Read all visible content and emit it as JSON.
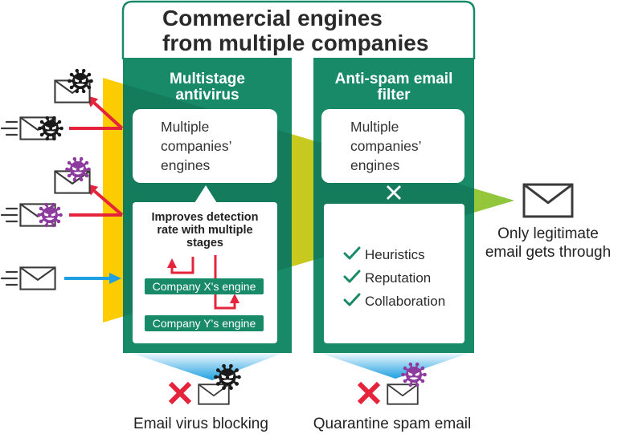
{
  "header": {
    "title_line1": "Commercial engines",
    "title_line2": "from multiple companies"
  },
  "antivirus_panel": {
    "title_line1": "Multistage",
    "title_line2": "antivirus",
    "engines_box": [
      "Multiple",
      "companies’",
      "engines"
    ],
    "callout": [
      "Improves detection",
      "rate with multiple",
      "stages"
    ],
    "stages": [
      "Company X's engine",
      "Company Y's engine"
    ],
    "caption": "Email virus blocking"
  },
  "antispam_panel": {
    "title_line1": "Anti-spam email",
    "title_line2": "filter",
    "engines_box": [
      "Multiple",
      "companies’",
      "engines"
    ],
    "techniques": [
      "Heuristics",
      "Reputation",
      "Collaboration"
    ],
    "caption": "Quarantine spam email"
  },
  "output": {
    "line1": "Only legitimate",
    "line2": "email gets through"
  },
  "icons": {
    "email": "envelope-icon",
    "malware": "virus-icon",
    "technique_marker": "check-icon",
    "blocked": "cross-icon"
  },
  "colors": {
    "panel_green": "#188a68",
    "funnel_start": "#ffcc00",
    "funnel_end": "#8cc63f",
    "reject_red": "#e5243b",
    "pass_blue": "#1ea0e1",
    "virus_black": "#1a1a1a",
    "spam_purple": "#8e3b9f"
  }
}
